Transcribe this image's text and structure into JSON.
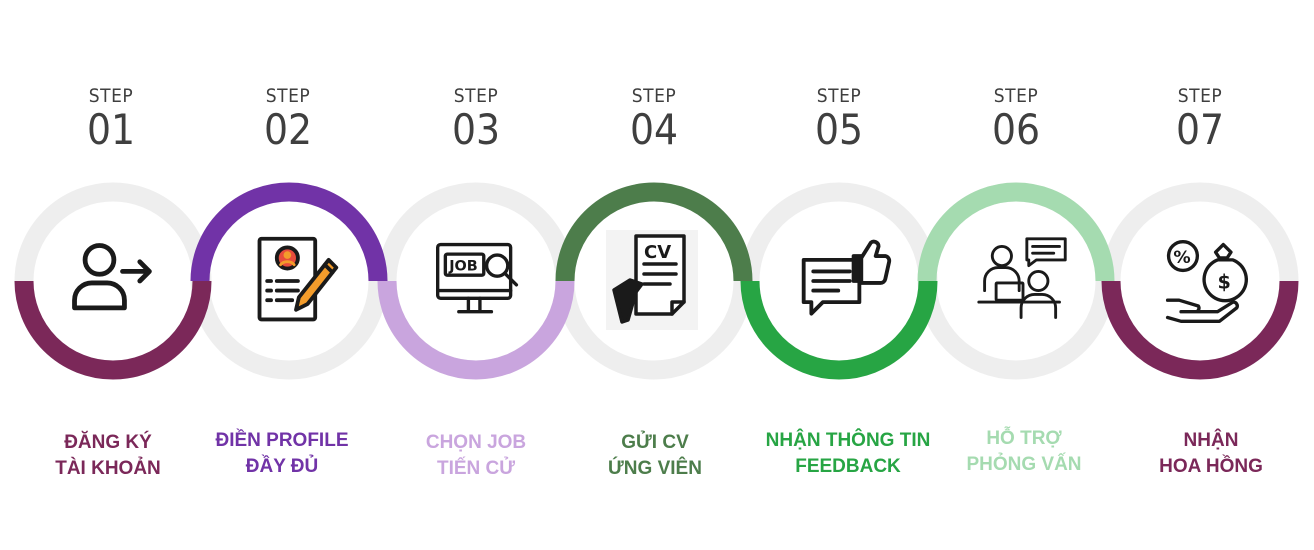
{
  "steps": [
    {
      "step_word": "STEP",
      "number": "01",
      "label": [
        "ĐĂNG KÝ",
        "TÀI KHOẢN"
      ],
      "color": "#7b2859",
      "arc": "bottom",
      "icon": "user-login-icon"
    },
    {
      "step_word": "STEP",
      "number": "02",
      "label": [
        "ĐIỀN PROFILE",
        "ĐẦY ĐỦ"
      ],
      "color": "#7133a7",
      "arc": "top",
      "icon": "profile-form-pencil-icon"
    },
    {
      "step_word": "STEP",
      "number": "03",
      "label": [
        "CHỌN JOB",
        "TIẾN CỬ"
      ],
      "color": "#c9a5de",
      "arc": "bottom",
      "icon": "job-search-monitor-icon"
    },
    {
      "step_word": "STEP",
      "number": "04",
      "label": [
        "GỬI CV",
        "ỨNG VIÊN"
      ],
      "color": "#4d7d4b",
      "arc": "top",
      "icon": "hand-holding-cv-icon"
    },
    {
      "step_word": "STEP",
      "number": "05",
      "label": [
        "NHẬN THÔNG TIN",
        "FEEDBACK"
      ],
      "color": "#27a544",
      "arc": "bottom",
      "icon": "feedback-thumbs-up-icon"
    },
    {
      "step_word": "STEP",
      "number": "06",
      "label": [
        "HỖ TRỢ",
        "PHỎNG VẤN"
      ],
      "color": "#a5dbb0",
      "arc": "top",
      "icon": "interview-support-icon"
    },
    {
      "step_word": "STEP",
      "number": "07",
      "label": [
        "NHẬN",
        "HOA HỒNG"
      ],
      "color": "#7b2859",
      "arc": "bottom",
      "icon": "commission-money-icon"
    }
  ],
  "colors": {
    "ring_base": "#eeeeee",
    "step_text": "#3f3f3f",
    "icon_stroke": "#1a1a1a",
    "icon_accent_orange": "#f39c2b",
    "icon_accent_red": "#e84c3d"
  }
}
